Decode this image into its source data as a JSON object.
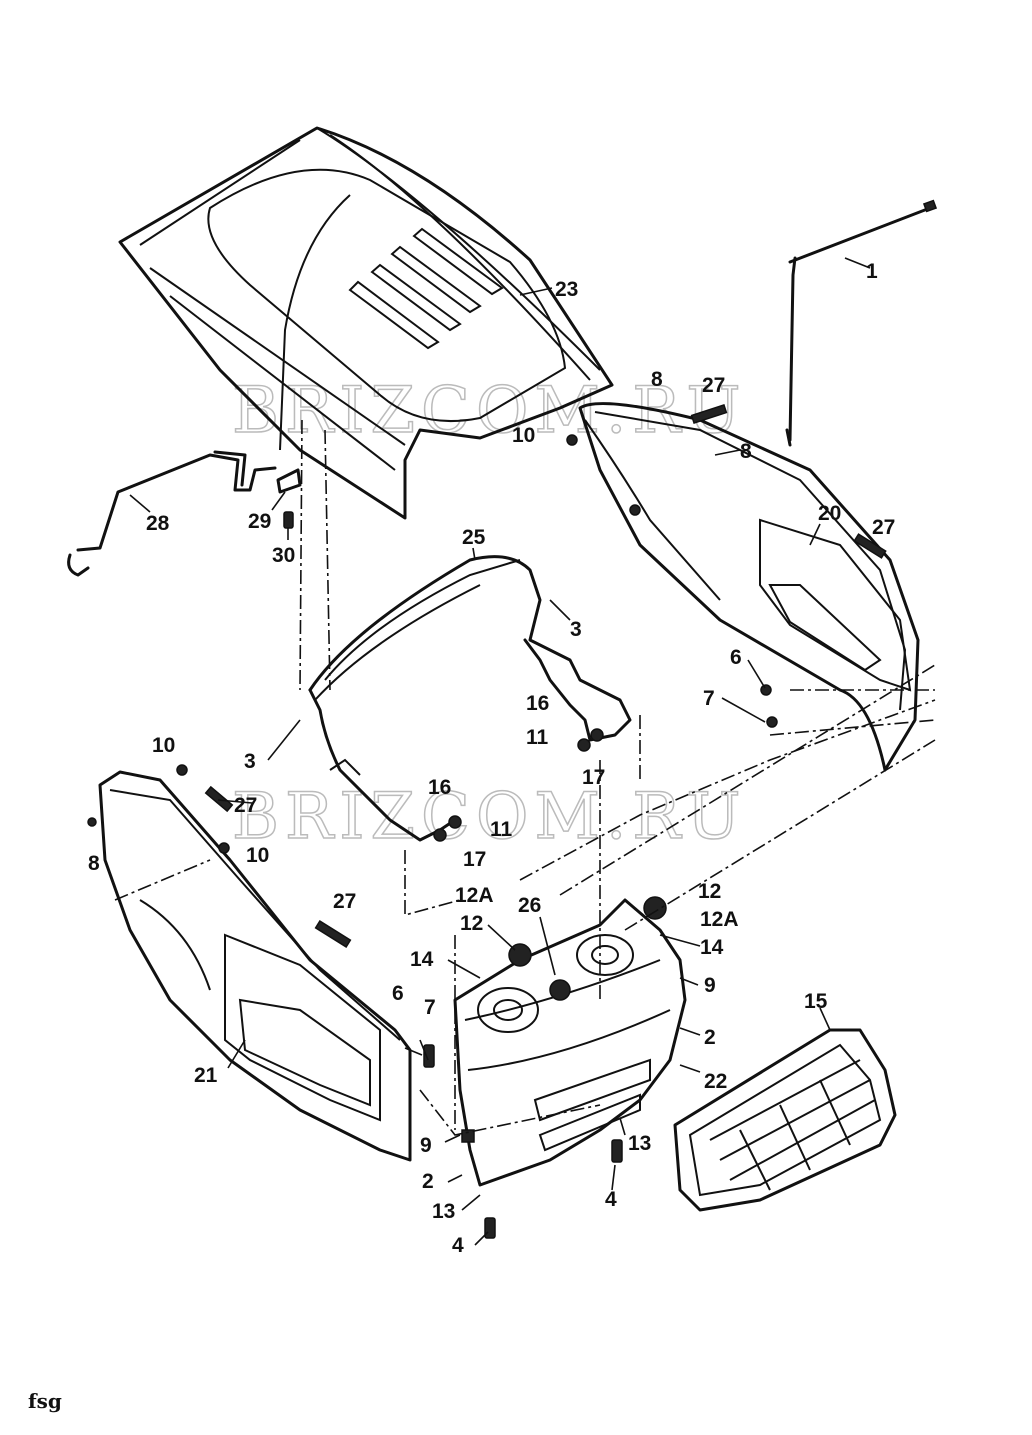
{
  "watermarks": [
    "BRIZCOM.RU",
    "BRIZCOM.RU"
  ],
  "footer_code": "fsg",
  "callouts": {
    "c1": "1",
    "c23": "23",
    "c8a": "8",
    "c27a": "27",
    "c10a": "10",
    "c8b": "8",
    "c28": "28",
    "c29": "29",
    "c30": "30",
    "c25": "25",
    "c20": "20",
    "c27b": "27",
    "c3a": "3",
    "c6a": "6",
    "c7a": "7",
    "c16a": "16",
    "c11a": "11",
    "c17a": "17",
    "c3b": "3",
    "c10b": "10",
    "c27c": "27",
    "c16b": "16",
    "c11b": "11",
    "c10c": "10",
    "c8c": "8",
    "c17b": "17",
    "c12a": "12",
    "c12Aa": "12A",
    "c27d": "27",
    "c12Ab": "12A",
    "c12b": "12",
    "c26": "26",
    "c14a": "14",
    "c14b": "14",
    "c9a": "9",
    "c15": "15",
    "c2a": "2",
    "c6b": "6",
    "c7b": "7",
    "c21": "21",
    "c22": "22",
    "c9b": "9",
    "c13a": "13",
    "c2b": "2",
    "c4a": "4",
    "c13b": "13",
    "c4b": "4"
  }
}
